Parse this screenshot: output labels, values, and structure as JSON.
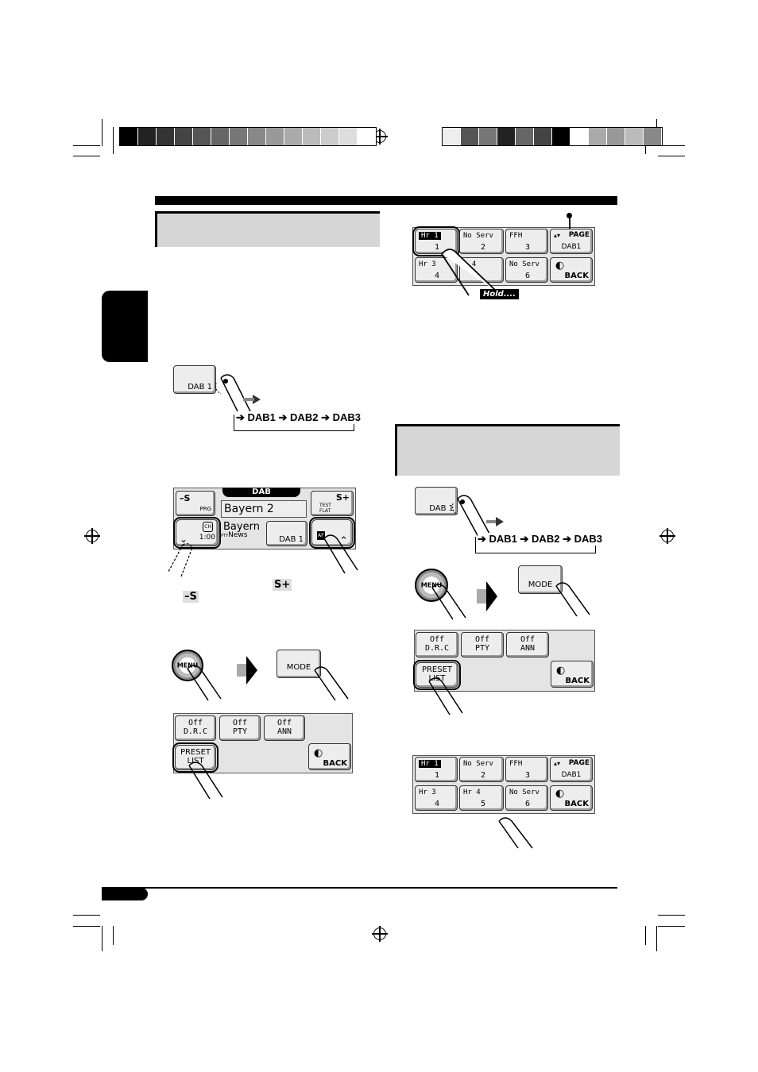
{
  "colors": {
    "left_bar": [
      "#000000",
      "#222222",
      "#333333",
      "#444444",
      "#555555",
      "#666666",
      "#777777",
      "#888888",
      "#999999",
      "#aaaaaa",
      "#bbbbbb",
      "#cccccc",
      "#dddddd",
      "#ffffff"
    ],
    "right_bar": [
      "#eeeeee",
      "#555555",
      "#777777",
      "#222222",
      "#666666",
      "#444444",
      "#000000",
      "#ffffff",
      "#aaaaaa",
      "#999999",
      "#bbbbbb",
      "#888888"
    ],
    "section_bg": "#d6d6d6",
    "lcd_bg": "#e4e4e4"
  },
  "icons": [
    "registration-mark-icon",
    "finger-icon",
    "arrow-right-icon",
    "dial-knob-icon",
    "up-down-arrow-icon",
    "hold-tag"
  ],
  "bank_sequence": {
    "a": "DAB1",
    "b": "DAB2",
    "c": "DAB3"
  },
  "dab_button": {
    "label": "DAB 1"
  },
  "dab_screen": {
    "title": "DAB",
    "minus_s": "–S",
    "prg": "PRG",
    "station": "Bayern 2",
    "s_plus": "S+",
    "test": "TEST",
    "flat": "FLAT",
    "ch": "CH",
    "ch_value": "1:00",
    "service": "Bayern",
    "pty": "PTY",
    "news": "News",
    "bank": "DAB 1",
    "af": "AF",
    "seek_left": "⌄",
    "seek_right": "⌃"
  },
  "inline_icons": {
    "s_plus": "S+",
    "minus_s": "–S"
  },
  "menu": {
    "knob": "MENU",
    "mode": "MODE"
  },
  "mode_panel": {
    "drc_top": "Off",
    "drc": "D.R.C",
    "pty_top": "Off",
    "pty": "PTY",
    "ann_top": "Off",
    "ann": "ANN",
    "preset_top": "PRESET",
    "preset": "LIST",
    "back": "BACK"
  },
  "preset_grid": {
    "p1_name": "Hr 1",
    "p1_num": "1",
    "p2_name": "No Serv",
    "p2_num": "2",
    "p3_name": "FFH",
    "p3_num": "3",
    "p4_name": "Hr 3",
    "p4_num": "4",
    "p5_name": "Hr 4",
    "p5_num": "5",
    "p6_name": "No Serv",
    "p6_num": "6",
    "page": "PAGE",
    "page_bank": "DAB1",
    "back": "BACK"
  },
  "hold_label": "Hold....",
  "hold_p5_partial": "r 4"
}
